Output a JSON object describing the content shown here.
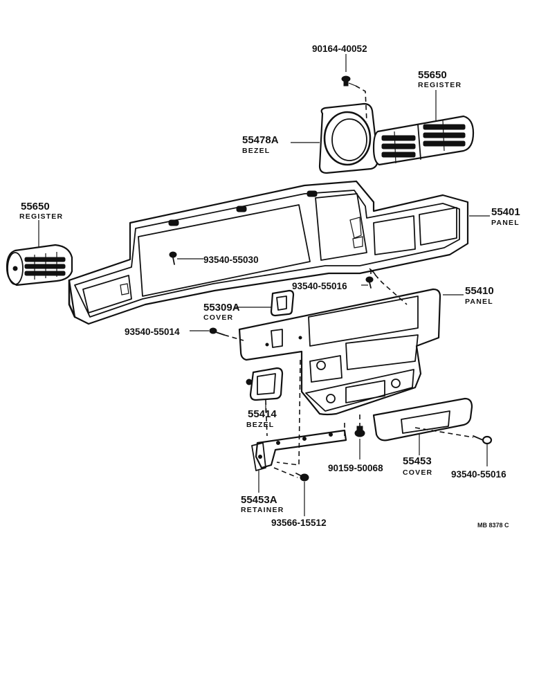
{
  "labels": {
    "screw_top": "90164-40052",
    "register_right_num": "55650",
    "register_right_name": "REGISTER",
    "bezel_top_num": "55478A",
    "bezel_top_name": "BEZEL",
    "register_left_num": "55650",
    "register_left_name": "REGISTER",
    "panel_main_num": "55401",
    "panel_main_name": "PANEL",
    "screw_mid": "93540-55030",
    "screw_panel": "93540-55016",
    "cover_num": "55309A",
    "cover_name": "COVER",
    "panel_lower_num": "55410",
    "panel_lower_name": "PANEL",
    "screw_left": "93540-55014",
    "bezel_bottom_num": "55414",
    "bezel_bottom_name": "BEZEL",
    "bolt": "90159-50068",
    "cover_bottom_num": "55453",
    "cover_bottom_name": "COVER",
    "screw_right": "93540-55016",
    "retainer_num": "55453A",
    "retainer_name": "RETAINER",
    "screw_bottom": "93566-15512",
    "ref_code": "MB  8378 C"
  }
}
